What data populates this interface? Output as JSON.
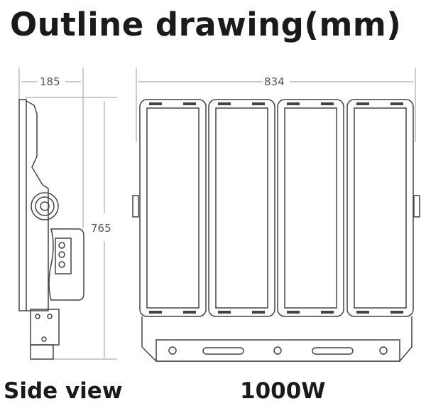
{
  "title": "Outline drawing(mm)",
  "dimensions": {
    "side_width": "185",
    "front_width": "834",
    "height": "765"
  },
  "labels": {
    "side_view": "Side view",
    "model": "1000W"
  },
  "colors": {
    "line": "#444444",
    "dim_line": "#888888"
  }
}
